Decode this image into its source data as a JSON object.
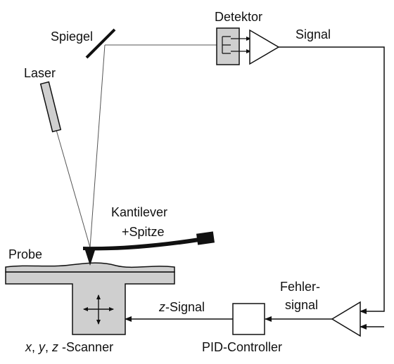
{
  "labels": {
    "detektor": "Detektor",
    "signal": "Signal",
    "spiegel": "Spiegel",
    "laser": "Laser",
    "kantilever": "Kantilever",
    "spitze": "+Spitze",
    "probe": "Probe",
    "fehler_line1": "Fehler-",
    "fehler_line2": "signal",
    "z_signal_prefix": "z",
    "z_signal_suffix": "-Signal",
    "scanner_x": "x",
    "scanner_sep1": ", ",
    "scanner_y": "y",
    "scanner_sep2": ", ",
    "scanner_z": "z",
    "scanner_suffix": " -Scanner",
    "pid": "PID-Controller"
  },
  "colors": {
    "component_fill": "#cfcfcf",
    "line": "#111111",
    "beam": "#555555"
  }
}
